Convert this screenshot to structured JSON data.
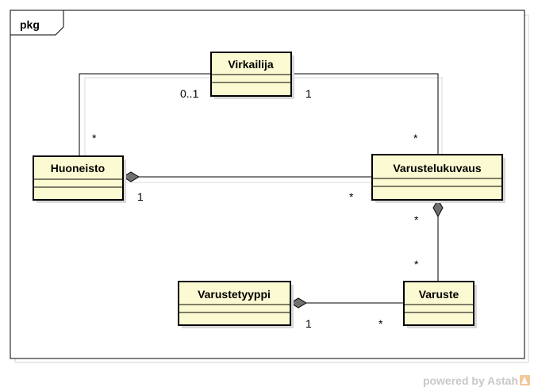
{
  "package": {
    "label": "pkg"
  },
  "classes": {
    "virkailija": {
      "name": "Virkailija"
    },
    "huoneisto": {
      "name": "Huoneisto"
    },
    "varustelukuvaus": {
      "name": "Varustelukuvaus"
    },
    "varustetyyppi": {
      "name": "Varustetyyppi"
    },
    "varuste": {
      "name": "Varuste"
    }
  },
  "associations": {
    "virkailija_huoneisto": {
      "virkailija_end": "0..1",
      "huoneisto_end": "*"
    },
    "virkailija_varustelukuvaus": {
      "virkailija_end": "1",
      "varustelukuvaus_end": "*"
    },
    "huoneisto_varustelukuvaus": {
      "huoneisto_end": "1",
      "varustelukuvaus_end": "*"
    },
    "varustelukuvaus_varuste": {
      "varustelukuvaus_end": "*",
      "varuste_end": "*"
    },
    "varustetyyppi_varuste": {
      "varustetyyppi_end": "1",
      "varuste_end": "*"
    }
  },
  "colors": {
    "class_fill": "#fcfad2",
    "class_border": "#000000",
    "shadow": "#d9d9d9",
    "diamond": "#707070"
  },
  "watermark": {
    "text": "powered by Astah"
  }
}
